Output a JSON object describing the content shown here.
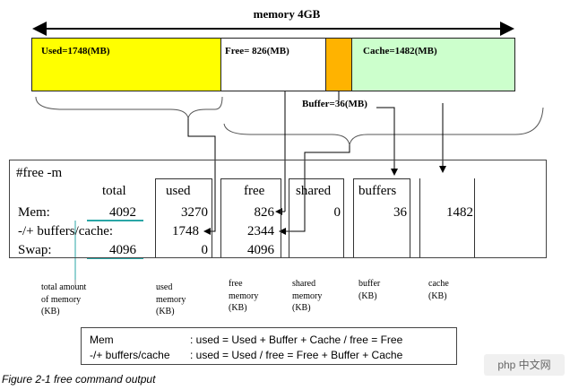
{
  "title": "memory 4GB",
  "segments": {
    "used": "Used=1748(MB)",
    "free": "Free= 826(MB)",
    "buffer": "Buffer=36(MB)",
    "cache": "Cache=1482(MB)"
  },
  "colors": {
    "used": "#ffff00",
    "buffer": "#ffb300",
    "cache": "#ccffcc",
    "free": "#ffffff",
    "underline": "#2aa6a6"
  },
  "command": "#free  -m",
  "headers": {
    "total": "total",
    "used": "used",
    "free": "free",
    "shared": "shared",
    "buffers": "buffers"
  },
  "rows": {
    "mem": {
      "label": "Mem:",
      "total": "4092",
      "used": "3270",
      "free": "826",
      "shared": "0",
      "buffers": "36",
      "cache": "1482"
    },
    "buffers_cache": {
      "label": "-/+ buffers/cache:",
      "used": "1748",
      "free": "2344"
    },
    "swap": {
      "label": "Swap:",
      "total": "4096",
      "used": "0",
      "free": "4096"
    }
  },
  "notes": {
    "total": "total amount\nof memory\n(KB)",
    "used": "used\nmemory\n(KB)",
    "free": "free\nmemory\n(KB)",
    "shared": "shared\nmemory\n(KB)",
    "buffer": "buffer\n(KB)",
    "cache": "cache\n(KB)"
  },
  "legend": {
    "mem_label": "Mem",
    "mem_formula": ": used = Used + Buffer + Cache  /  free = Free",
    "bc_label": "-/+ buffers/cache",
    "bc_formula": ": used = Used  /  free = Free + Buffer + Cache"
  },
  "caption": "Figure 2-1   free command output",
  "watermark": "php 中文网"
}
